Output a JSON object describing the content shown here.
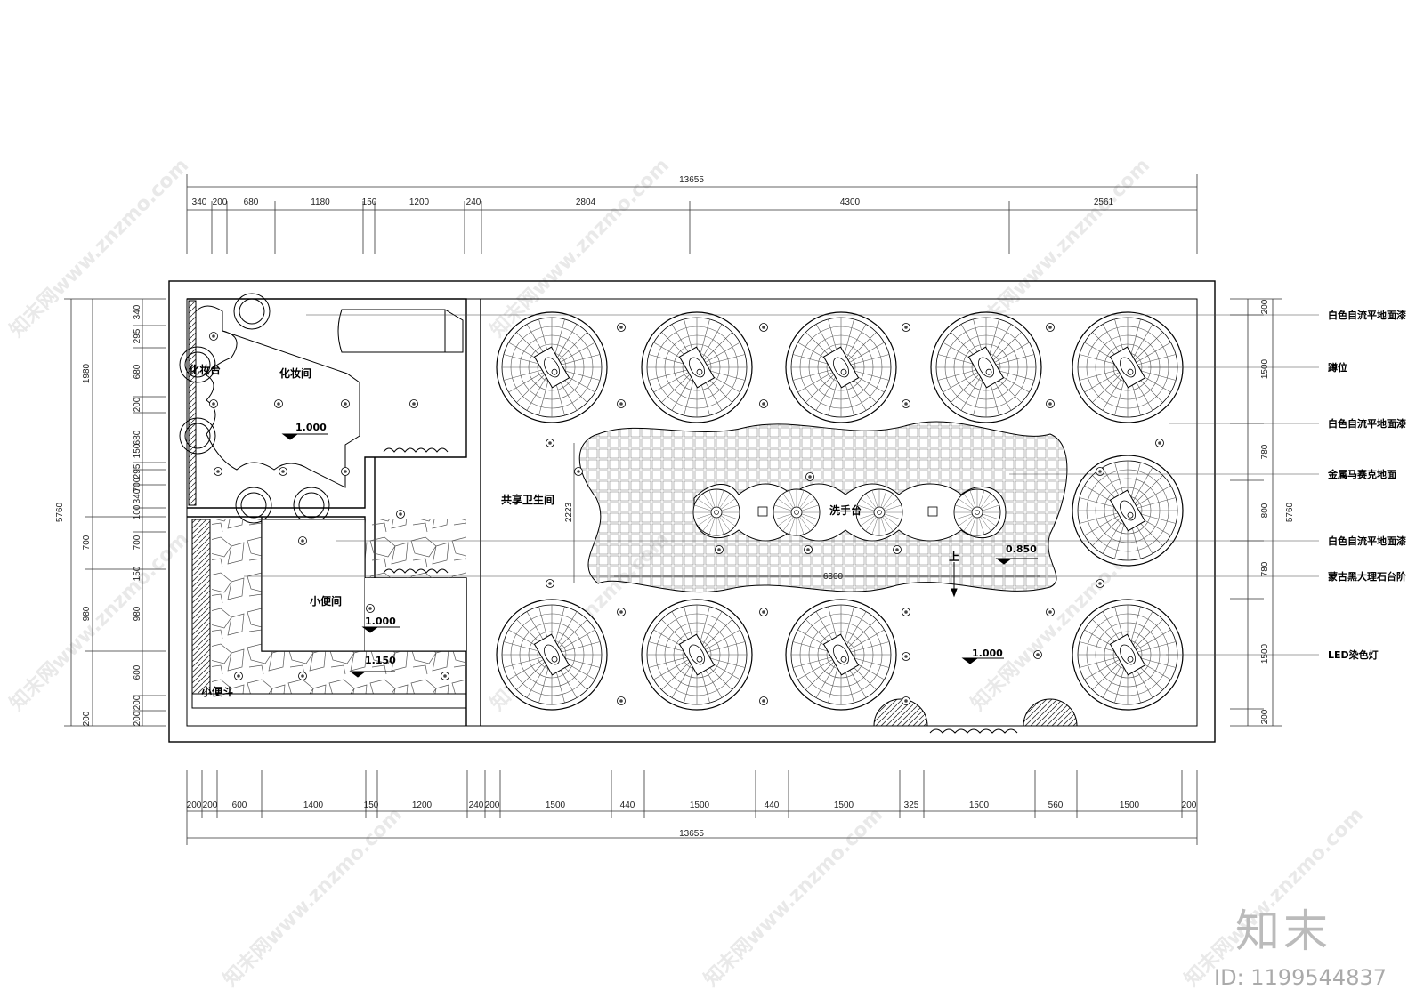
{
  "dimensions": {
    "top_total": "13655",
    "top_segments": [
      "340",
      "200",
      "680",
      "1180",
      "150",
      "1200",
      "240",
      "2804",
      "4300",
      "2561"
    ],
    "bottom_total": "13655",
    "bottom_segments": [
      "200",
      "200",
      "600",
      "1400",
      "150",
      "1200",
      "240",
      "200",
      "1500",
      "440",
      "1500",
      "440",
      "1500",
      "325",
      "1500",
      "560",
      "1500",
      "200"
    ],
    "left_total": "5760",
    "left_outer": [
      "1980",
      "700",
      "980",
      "200"
    ],
    "left_inner": [
      "340",
      "295",
      "680",
      "200",
      "680",
      "150",
      "295",
      "700",
      "340",
      "100",
      "700",
      "150",
      "980",
      "600",
      "200",
      "200"
    ],
    "right_total": "5760",
    "right_segments": [
      "200",
      "1500",
      "780",
      "800",
      "780",
      "1500",
      "200"
    ],
    "inner_vertical": "2223",
    "inner_horizontal": "6300"
  },
  "rooms": {
    "makeup_counter": "化妆台",
    "makeup_room": "化妆间",
    "shared_restroom": "共享卫生间",
    "wash_counter": "洗手台",
    "urinal_room": "小便间",
    "urinal": "小便斗"
  },
  "elevations": {
    "makeup": "1.000",
    "urinal_room": "1.000",
    "urinal_step": "1.150",
    "wash_area": "0.850",
    "main": "1.000"
  },
  "stair_mark": "上",
  "legend": [
    "白色自流平地面漆",
    "蹲位",
    "白色自流平地面漆",
    "金属马赛克地面",
    "白色自流平地面漆",
    "蒙古黑大理石台阶",
    "LED染色灯"
  ],
  "watermark": {
    "logo": "知末",
    "id": "ID: 1199544837",
    "site": "知末网www.znzmo.com"
  }
}
